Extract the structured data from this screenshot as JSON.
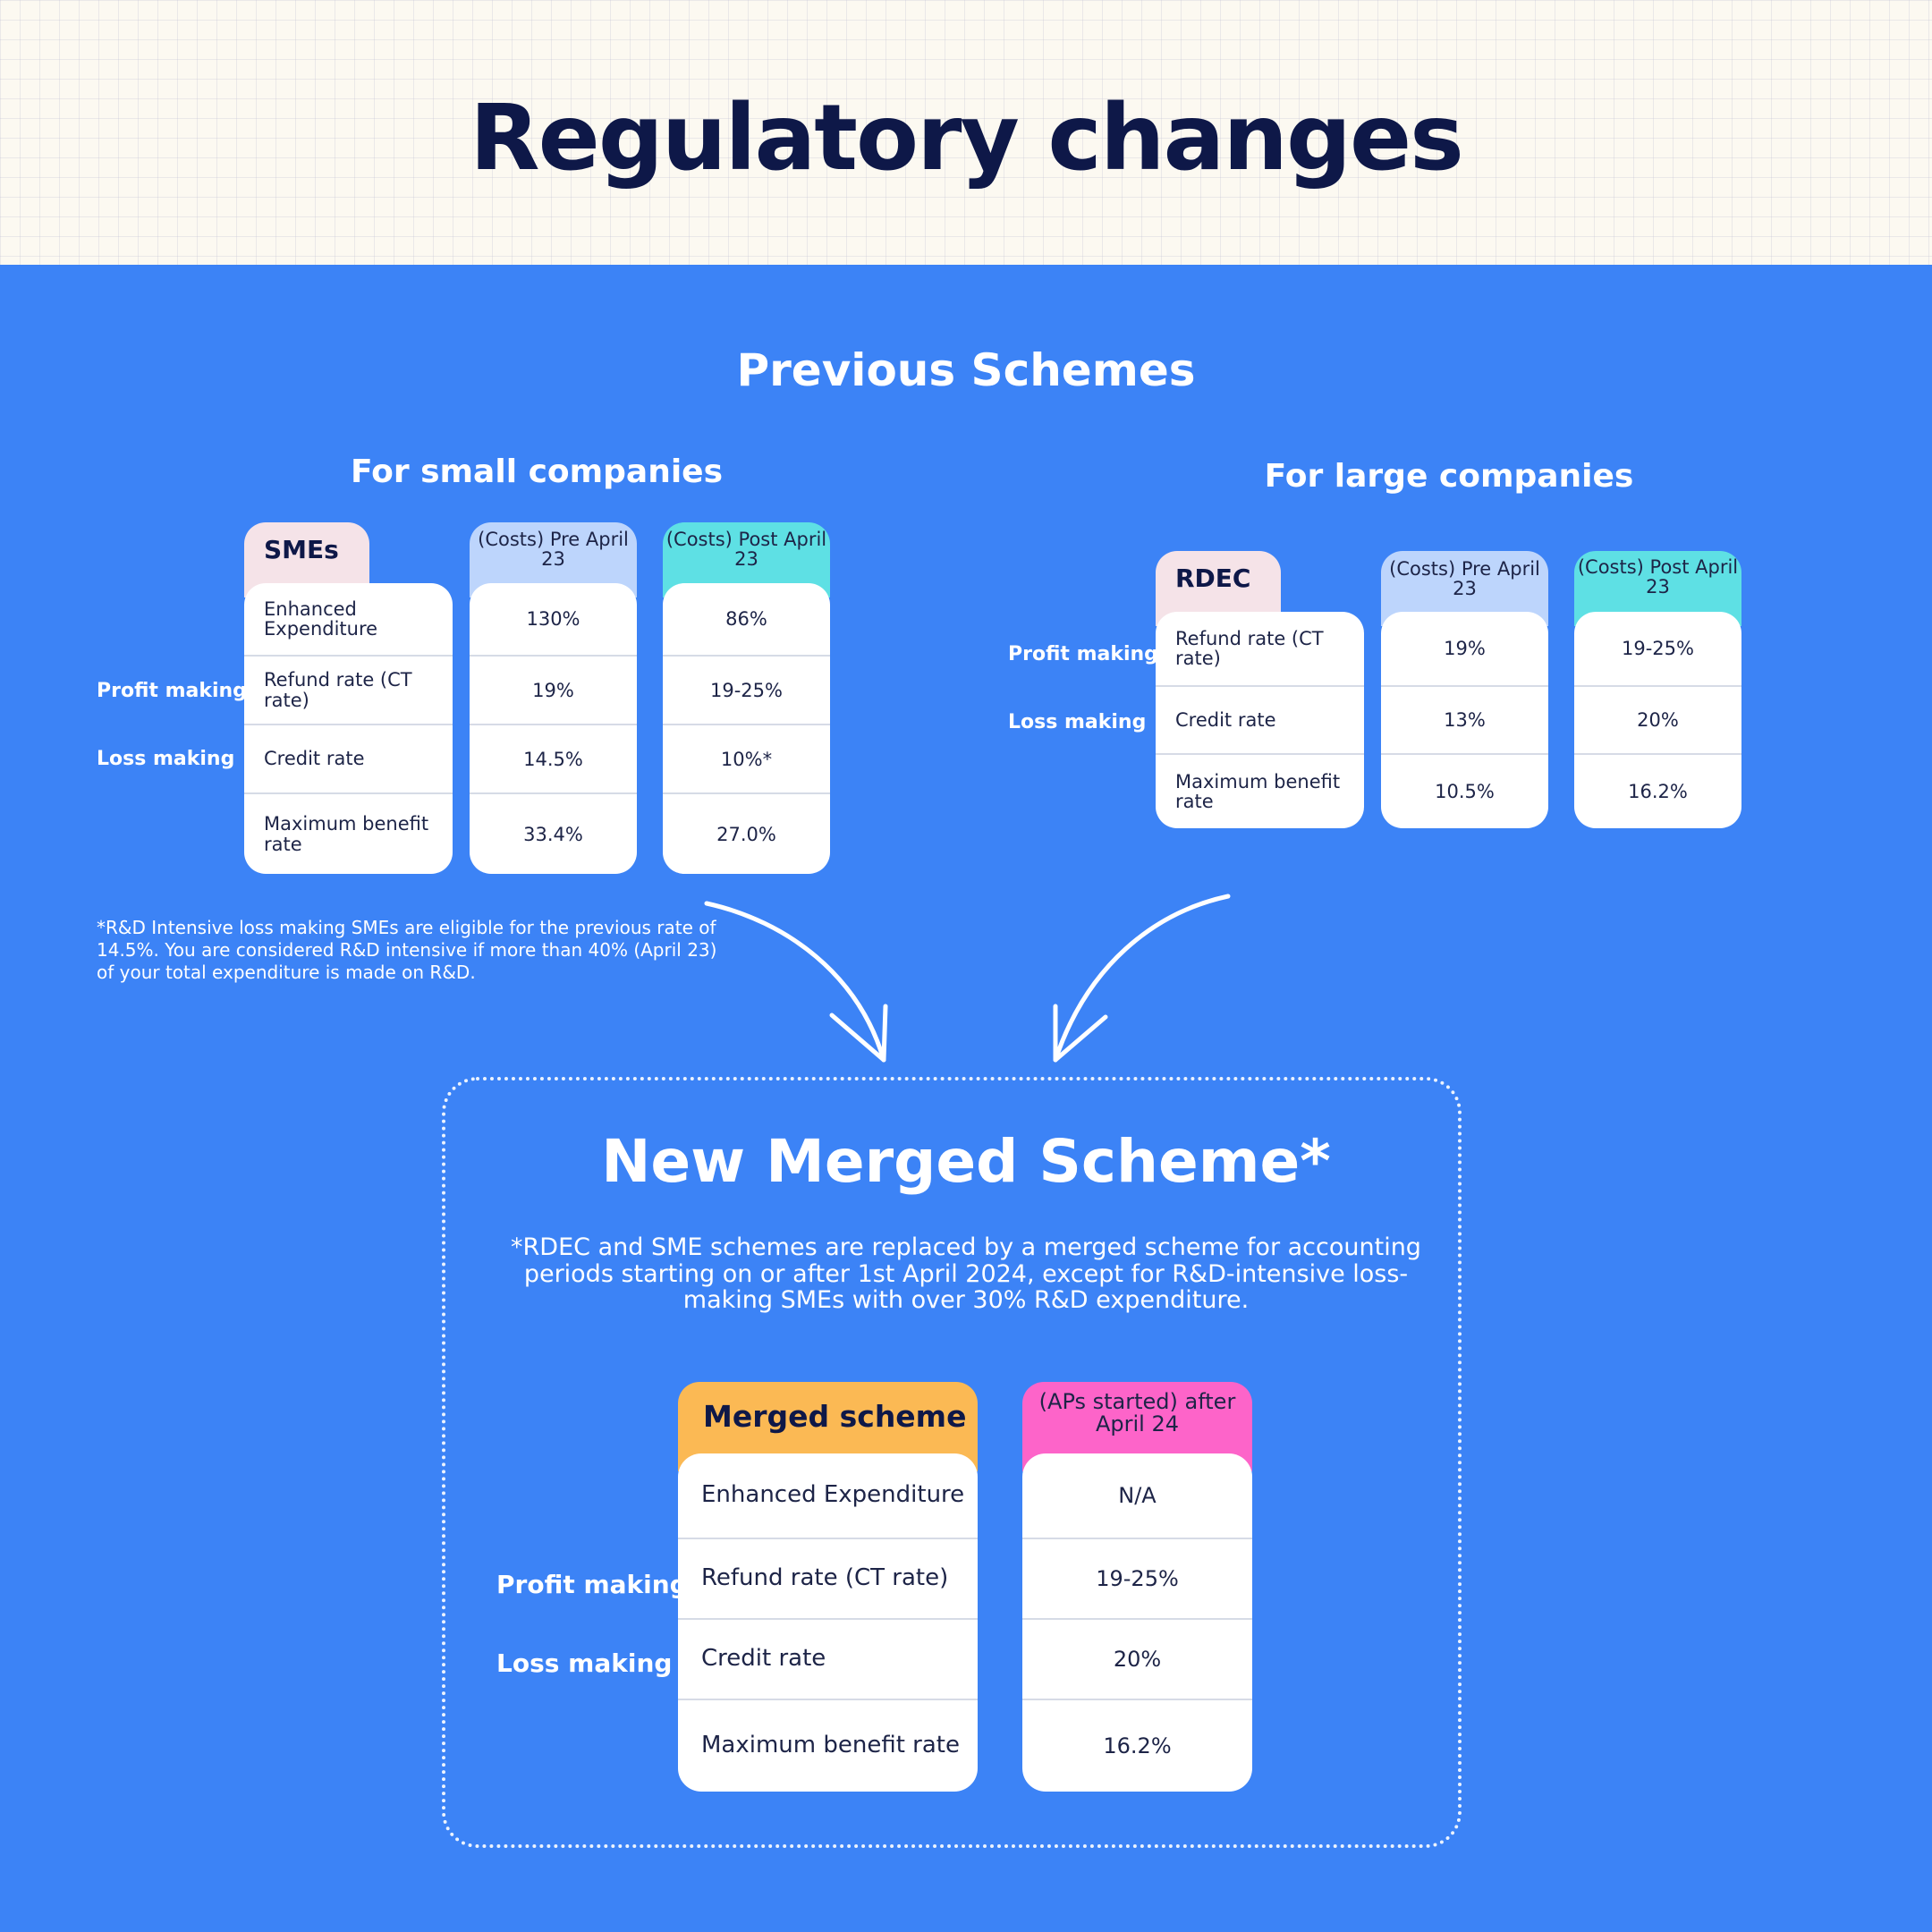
{
  "title": "Regulatory changes",
  "previous_title": "Previous Schemes",
  "small": {
    "heading": "For small companies",
    "profit_label": "Profit making",
    "loss_label": "Loss making",
    "name": "SMEs",
    "pre_header": "(Costs) Pre April 23",
    "post_header": "(Costs) Post April 23",
    "rows": [
      "Enhanced Expenditure",
      "Refund rate (CT rate)",
      "Credit rate",
      "Maximum benefit rate"
    ],
    "pre": [
      "130%",
      "19%",
      "14.5%",
      "33.4%"
    ],
    "post": [
      "86%",
      "19-25%",
      "10%*",
      "27.0%"
    ],
    "footnote": "*R&D Intensive loss making SMEs are eligible for the previous rate of 14.5%. You are considered R&D intensive if more than 40% (April 23) of your total expenditure is made on R&D."
  },
  "large": {
    "heading": "For large companies",
    "profit_label": "Profit making",
    "loss_label": "Loss making",
    "name": "RDEC",
    "pre_header": "(Costs) Pre April 23",
    "post_header": "(Costs) Post April 23",
    "rows": [
      "Refund rate (CT rate)",
      "Credit rate",
      "Maximum benefit rate"
    ],
    "pre": [
      "19%",
      "13%",
      "10.5%"
    ],
    "post": [
      "19-25%",
      "20%",
      "16.2%"
    ]
  },
  "merged": {
    "title": "New Merged Scheme*",
    "note": "*RDEC and SME schemes are replaced by a merged scheme for accounting periods starting on or after 1st April 2024, except for R&D-intensive loss-making SMEs with over 30% R&D expenditure.",
    "profit_label": "Profit making",
    "loss_label": "Loss making",
    "name": "Merged scheme",
    "after_header": "(APs started) after April 24",
    "rows": [
      "Enhanced Expenditure",
      "Refund rate (CT rate)",
      "Credit rate",
      "Maximum benefit rate"
    ],
    "after": [
      "N/A",
      "19-25%",
      "20%",
      "16.2%"
    ]
  },
  "colors": {
    "navy": "#0e1848",
    "panel_blue": "#3c83f6",
    "pink_tab": "#f5e3e8",
    "light_blue_tab": "#bdd5fc",
    "cyan_tab": "#5ee0e4",
    "orange_tab": "#fbb954",
    "magenta_tab": "#fd64c9"
  }
}
